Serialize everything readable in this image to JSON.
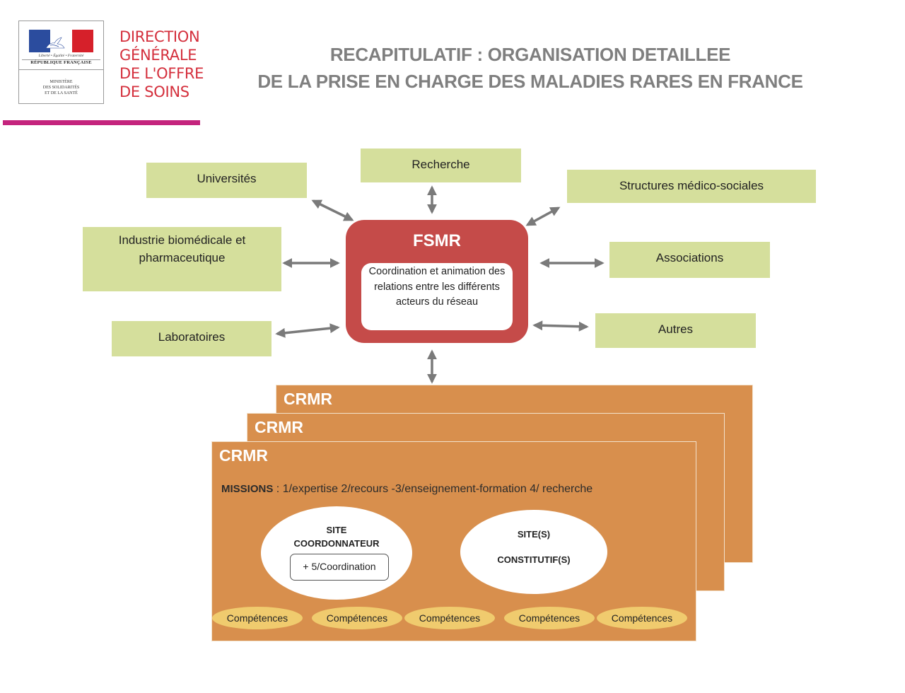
{
  "header": {
    "logo": {
      "motto": "Liberté • Égalité • Fraternité",
      "republique": "RÉPUBLIQUE FRANÇAISE",
      "ministere_lines": [
        "MINISTÈRE",
        "DES SOLIDARITÉS",
        "ET DE LA SANTÉ"
      ]
    },
    "org_name_lines": [
      "DIRECTION",
      "GÉNÉRALE",
      "DE L'OFFRE",
      "DE SOINS"
    ],
    "title_lines": [
      "RECAPITULATIF  : ORGANISATION DETAILLEE",
      "DE LA PRISE EN CHARGE DES MALADIES RARES EN FRANCE"
    ],
    "colors": {
      "org_red": "#d42f3c",
      "accent_bar": "#c4247d",
      "title_gray": "#7f7f7f"
    }
  },
  "diagram": {
    "center": {
      "title": "FSMR",
      "description": "Coordination  et animation des relations entre les différents acteurs du réseau",
      "color": "#c54b49"
    },
    "partners": {
      "universites": "Universités",
      "recherche": "Recherche",
      "structures": "Structures médico-sociales",
      "industrie_line1": "Industrie biomédicale et",
      "industrie_line2": "pharmaceutique",
      "associations": "Associations",
      "laboratoires": "Laboratoires",
      "autres": "Autres",
      "color": "#d5df9c"
    },
    "crmr": {
      "stack_titles": [
        "CRMR",
        "CRMR",
        "CRMR"
      ],
      "missions_label": "MISSIONS",
      "missions_sep": " : ",
      "missions_items": "1/expertise  2/recours  -3/enseignement-formation 4/ recherche",
      "site_coordonnateur_line1": "SITE",
      "site_coordonnateur_line2": "COORDONNATEUR",
      "coordination_extra": "+ 5/Coordination",
      "site_constitutif_line1": "SITE(S)",
      "site_constitutif_line2": "CONSTITUTIF(S)",
      "competences": [
        "Compétences",
        "Compétences",
        "Compétences",
        "Compétences",
        "Compétences"
      ],
      "color": "#d88f4d",
      "competence_color": "#f0cb6e"
    },
    "connectors": [
      "universites",
      "recherche",
      "structures",
      "industrie",
      "associations",
      "laboratoires",
      "autres",
      "crmr"
    ]
  }
}
